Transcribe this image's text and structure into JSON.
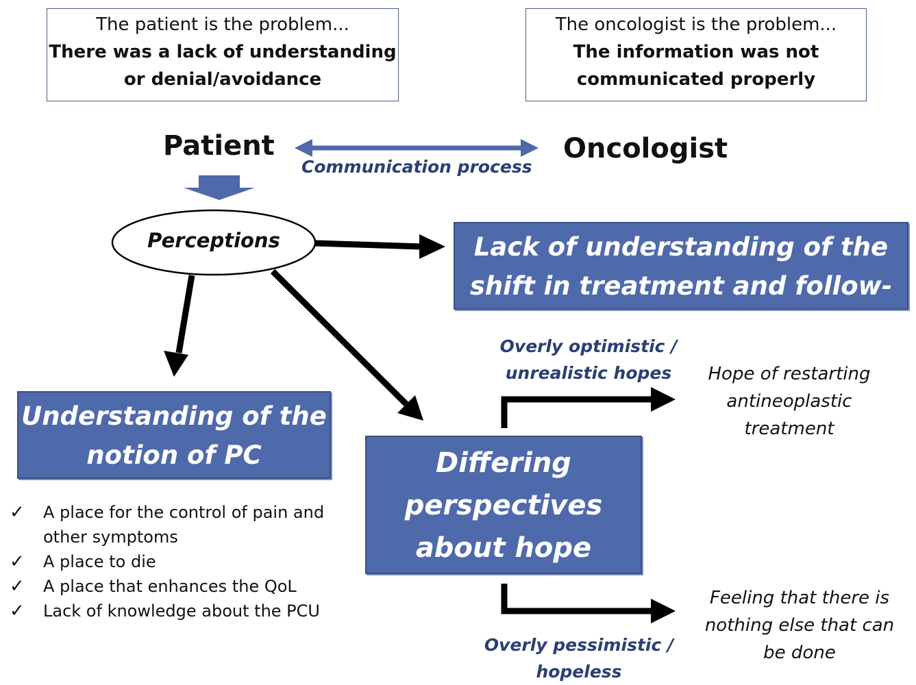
{
  "top_boxes": {
    "patient": {
      "line1": "The patient is the problem...",
      "line2": "There was a lack of understanding",
      "line3": "or denial/avoidance"
    },
    "oncologist": {
      "line1": "The oncologist is the problem...",
      "line2": "The information was not",
      "line3": "communicated properly"
    }
  },
  "actors": {
    "patient": "Patient",
    "oncologist": "Oncologist",
    "communication": "Communication process"
  },
  "perceptions": "Perceptions",
  "boxes": {
    "lack_understanding": {
      "line1": "Lack of understanding of the",
      "line2": "shift in treatment and follow-up"
    },
    "understanding_pc": {
      "line1": "Understanding of the",
      "line2": "notion of PC"
    },
    "differing_hope": {
      "line1": "Differing",
      "line2": "perspectives",
      "line3": "about hope"
    }
  },
  "checklist": {
    "tick": "✓",
    "items": [
      {
        "line1": "A place for the control of pain and",
        "line2": "other symptoms"
      },
      {
        "line1": "A place to die",
        "line2": ""
      },
      {
        "line1": "A place that enhances the QoL",
        "line2": ""
      },
      {
        "line1": "Lack of knowledge about the PCU",
        "line2": ""
      }
    ]
  },
  "optimistic": {
    "line1": "Overly optimistic /",
    "line2": "unrealistic hopes"
  },
  "pessimistic": {
    "line1": "Overly pessimistic /",
    "line2": "hopeless"
  },
  "outcome_restart": {
    "line1": "Hope of restarting",
    "line2": "antineoplastic",
    "line3": "treatment"
  },
  "outcome_nothing": {
    "line1": "Feeling that there is",
    "line2": "nothing else that can",
    "line3": "be done"
  },
  "colors": {
    "box_fill": "#4f6aab",
    "box_border": "#3a4e82",
    "navy_text": "#2b3f75",
    "arrow_blue": "#4f6aab",
    "arrow_black": "#000000"
  }
}
